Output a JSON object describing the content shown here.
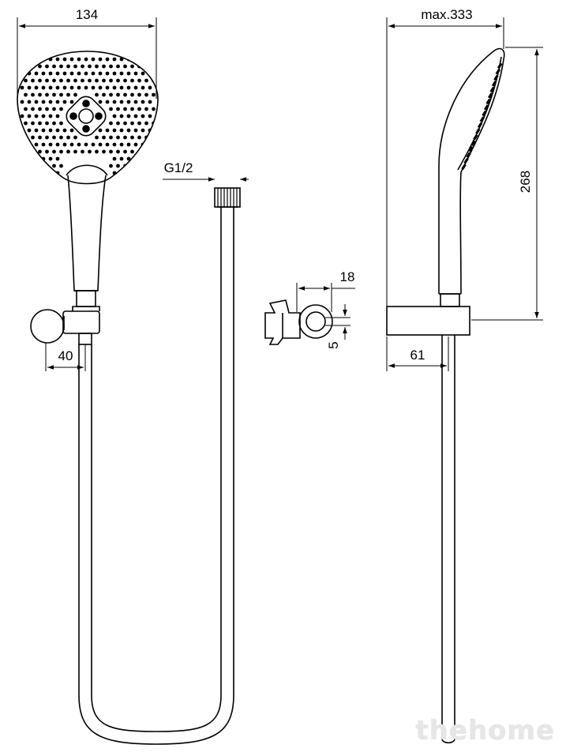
{
  "dimensions": {
    "head_width": "134",
    "thread": "G1/2",
    "holder_offset": "40",
    "slot_width": "18",
    "slot_depth": "5",
    "max_length": "max.333",
    "head_height": "268",
    "holder_depth": "61"
  },
  "watermark": "thehome",
  "colors": {
    "line": "#000000",
    "background": "#ffffff",
    "watermark": "#e6e6e6"
  }
}
